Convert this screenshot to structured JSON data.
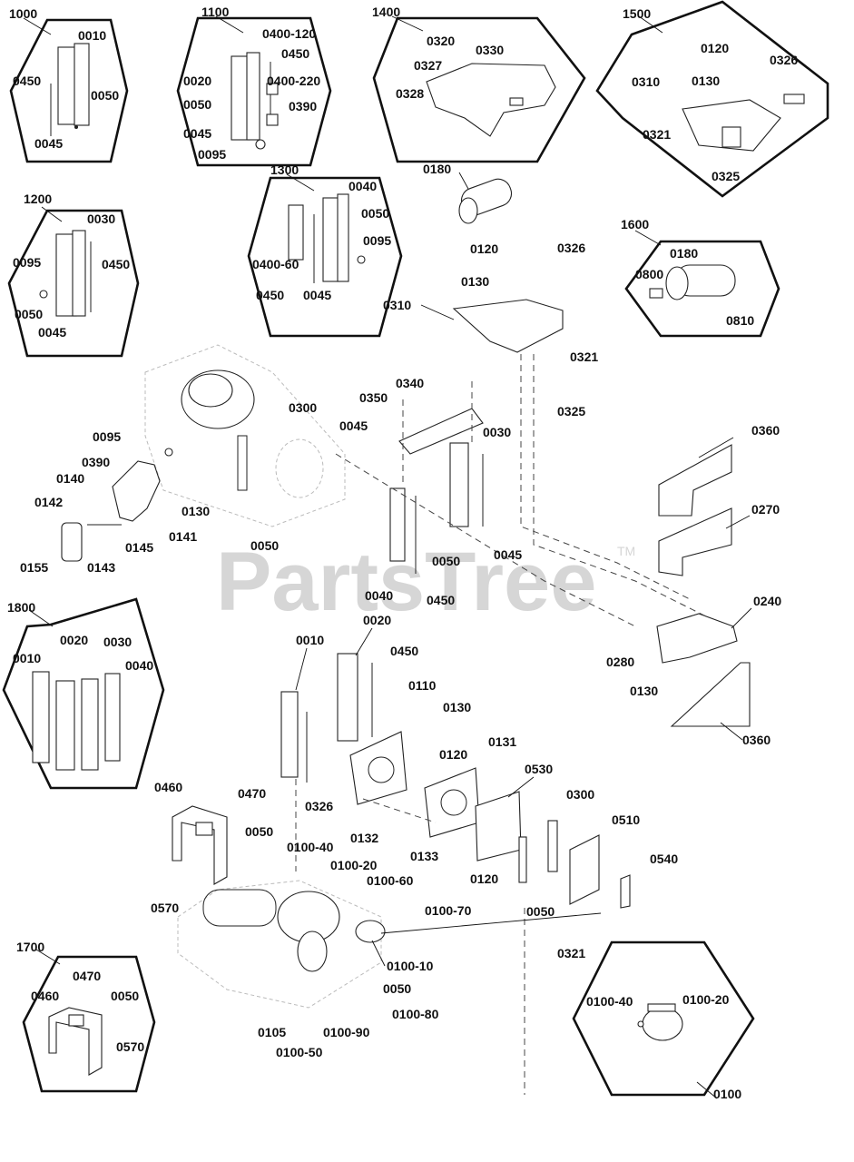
{
  "watermark": {
    "text": "PartsTree",
    "tm": "TM"
  },
  "kits": [
    {
      "id": "1000",
      "parts": [
        "0010",
        "0450",
        "0050",
        "0045"
      ]
    },
    {
      "id": "1100",
      "parts": [
        "0400-120",
        "0450",
        "0020",
        "0400-220",
        "0050",
        "0390",
        "0045",
        "0095"
      ]
    },
    {
      "id": "1400",
      "parts": [
        "0320",
        "0330",
        "0327",
        "0328"
      ]
    },
    {
      "id": "1500",
      "parts": [
        "0120",
        "0326",
        "0310",
        "0130",
        "0321",
        "0325"
      ]
    },
    {
      "id": "1200",
      "parts": [
        "0030",
        "0095",
        "0450",
        "0050",
        "0045"
      ]
    },
    {
      "id": "1300",
      "parts": [
        "0040",
        "0050",
        "0095",
        "0400-60",
        "0450",
        "0045"
      ]
    },
    {
      "id": "1600",
      "parts": [
        "0180",
        "0800",
        "0810"
      ]
    },
    {
      "id": "1800",
      "parts": [
        "0010",
        "0020",
        "0030",
        "0040"
      ]
    },
    {
      "id": "1700",
      "parts": [
        "0460",
        "0470",
        "0050",
        "0570"
      ]
    },
    {
      "id": "0100",
      "parts": [
        "0100-40",
        "0100-20"
      ]
    }
  ],
  "main_labels": {
    "upper": [
      "0180",
      "0120",
      "0326",
      "0130",
      "0310",
      "0321",
      "0325",
      "0350",
      "0340",
      "0045",
      "0030",
      "0300",
      "0095",
      "0390",
      "0140",
      "0142",
      "0130",
      "0145",
      "0141",
      "0155",
      "0143",
      "0050",
      "0040",
      "0450",
      "0050",
      "0045",
      "0360",
      "0270",
      "0240",
      "0280",
      "0130",
      "0360"
    ],
    "lower": [
      "0010",
      "0020",
      "0450",
      "0110",
      "0130",
      "0120",
      "0131",
      "0326",
      "0132",
      "0133",
      "0530",
      "0460",
      "0470",
      "0050",
      "0300",
      "0510",
      "0540",
      "0120",
      "0050",
      "0321",
      "0100-40",
      "0100-20",
      "0100-60",
      "0100-70",
      "0570",
      "0100-10",
      "0050",
      "0100-80",
      "0105",
      "0100-90",
      "0100-50"
    ]
  }
}
